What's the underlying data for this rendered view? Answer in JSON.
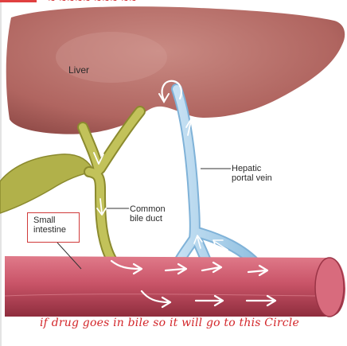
{
  "labels": {
    "liver": "Liver",
    "hepatic_portal_vein": "Hepatic\nportal vein",
    "common_bile_duct": "Common\nbile duct",
    "small_intestine": "Small\nintestine"
  },
  "annotation": {
    "note": "if drug goes in bile so it will go to this Circle",
    "color": "#d3262a"
  },
  "colors": {
    "liver": "#b76c66",
    "bile_duct": "#b6b548",
    "portal_vein": "#a9cfe8",
    "intestine": "#c95468",
    "arrows": "#ffffff"
  }
}
